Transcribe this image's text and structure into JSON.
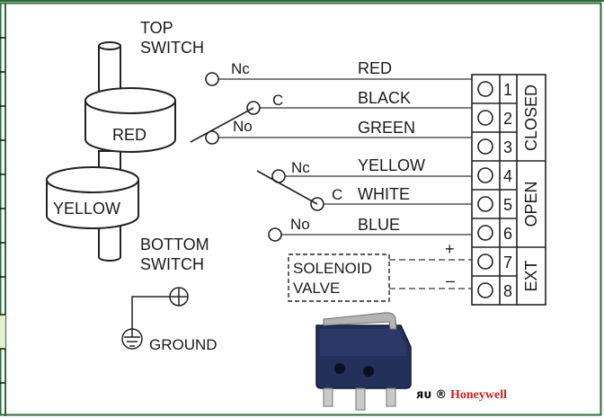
{
  "switches": {
    "top": {
      "line1": "TOP",
      "line2": "SWITCH"
    },
    "bottom": {
      "line1": "BOTTOM",
      "line2": "SWITCH"
    }
  },
  "floats": {
    "upper": "RED",
    "lower": "YELLOW"
  },
  "contacts": {
    "top": {
      "nc": "Nc",
      "c": "C",
      "no": "No"
    },
    "bottom": {
      "nc": "Nc",
      "c": "C",
      "no": "No"
    }
  },
  "wires": [
    "RED",
    "BLACK",
    "GREEN",
    "YELLOW",
    "WHITE",
    "BLUE"
  ],
  "terminals": [
    "1",
    "2",
    "3",
    "4",
    "5",
    "6",
    "7",
    "8"
  ],
  "terminal_groups": [
    "CLOSED",
    "OPEN",
    "EXT"
  ],
  "solenoid": {
    "line1": "SOLENOID",
    "line2": "VALVE",
    "plus": "+",
    "minus": "–"
  },
  "ground": {
    "label": "GROUND"
  },
  "brand": {
    "cert_marks": "ᴙᴜ ®",
    "name": "Honeywell"
  },
  "colors": {
    "brand": "#cc1f1f",
    "frame": "#2d6a3a",
    "tab": "#e3efcf"
  }
}
